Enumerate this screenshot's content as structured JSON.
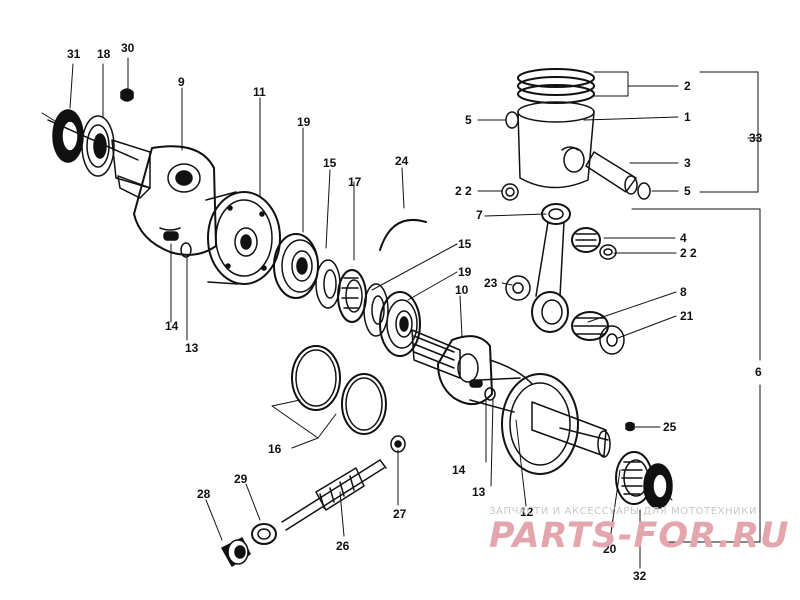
{
  "callouts": {
    "c1": "1",
    "c2": "2",
    "c3": "3",
    "c4": "4",
    "c5a": "5",
    "c5b": "5",
    "c6": "6",
    "c7": "7",
    "c8": "8",
    "c9": "9",
    "c10": "10",
    "c11": "11",
    "c12": "12",
    "c13a": "13",
    "c13b": "13",
    "c14a": "14",
    "c14b": "14",
    "c15a": "15",
    "c15b": "15",
    "c16": "16",
    "c17": "17",
    "c18": "18",
    "c19a": "19",
    "c19b": "19",
    "c20": "20",
    "c21": "21",
    "c22a": "2 2",
    "c22b": "2 2",
    "c23": "23",
    "c24": "24",
    "c25": "25",
    "c26": "26",
    "c27": "27",
    "c28": "28",
    "c29": "29",
    "c30": "30",
    "c31": "31",
    "c32": "32",
    "c33": "33"
  },
  "watermark": {
    "tagline": "ЗАПЧАСТИ И АКСЕССУАРЫ ДЛЯ МОТОТЕХНИКИ",
    "brand": "PARTS-FOR.RU"
  },
  "colors": {
    "ink": "#111111",
    "watermark_brand": "#e3a6ad",
    "watermark_tagline": "#c9c9c9"
  }
}
